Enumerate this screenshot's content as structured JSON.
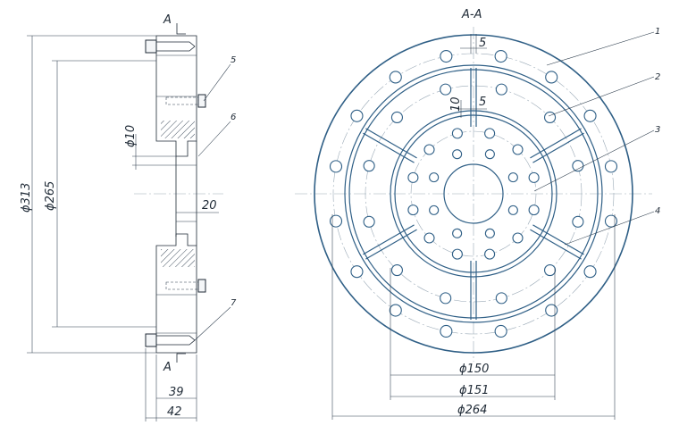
{
  "section_view_title": "A-A",
  "section_marks": {
    "top": "A",
    "bottom": "A"
  },
  "left_dimensions": {
    "outer_diameter": "ϕ313",
    "inner_diameter": "ϕ265",
    "hole_diameter": "ϕ10",
    "gap": "20",
    "width_inner": "39",
    "width_outer": "42"
  },
  "right_dimensions": {
    "slot_width_top": "5",
    "slot_width_inner": "5",
    "slot_depth": "10",
    "d150": "ϕ150",
    "d151": "ϕ151",
    "d264": "ϕ264"
  },
  "part_labels": {
    "p1": "1",
    "p2": "2",
    "p3": "3",
    "p4": "4",
    "p5": "5",
    "p6": "6",
    "p7": "7"
  }
}
